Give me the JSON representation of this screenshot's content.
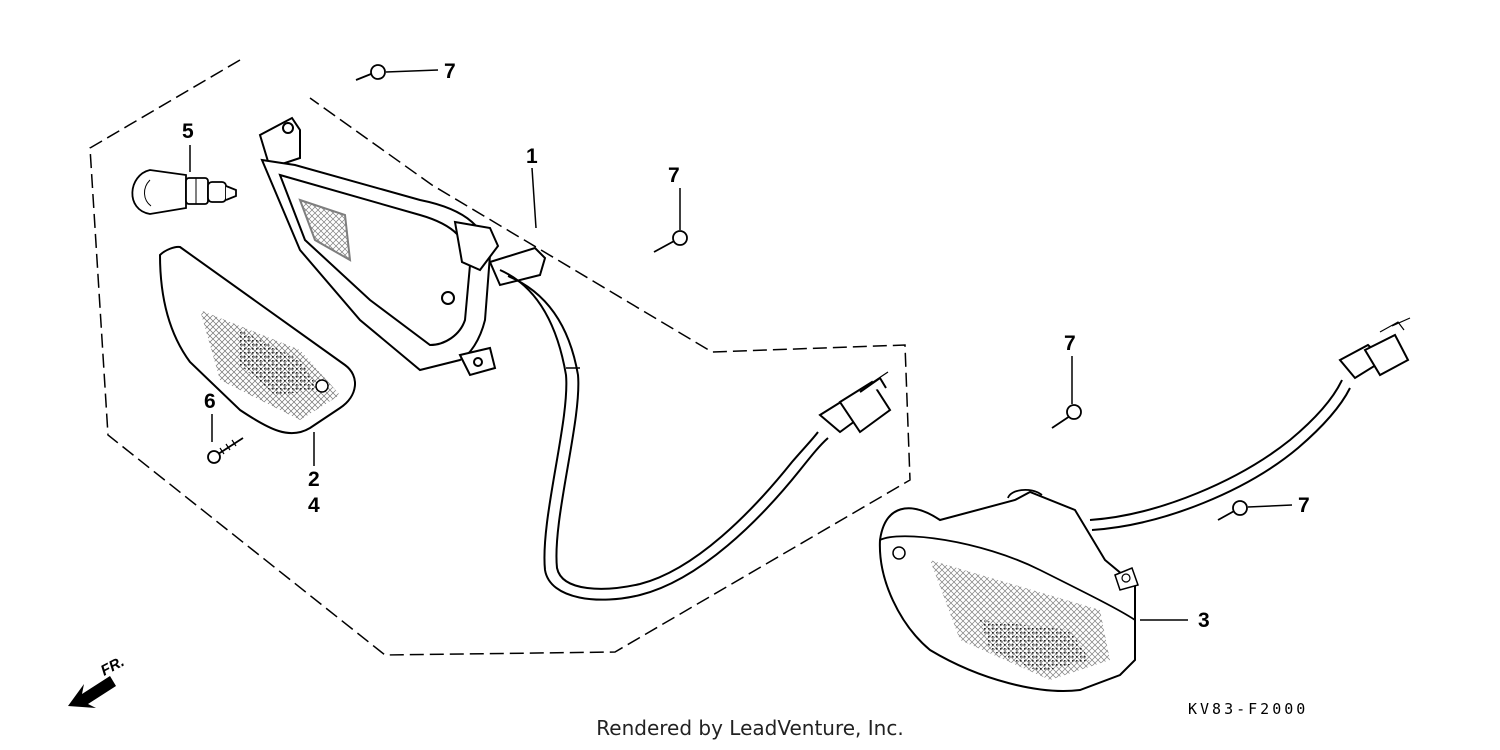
{
  "diagram": {
    "callouts": {
      "part1": "1",
      "part2": "2",
      "part3": "3",
      "part4": "4",
      "part5": "5",
      "part6": "6",
      "part7a": "7",
      "part7b": "7",
      "part7c": "7",
      "part7d": "7"
    },
    "direction_label": "FR.",
    "drawing_code": "KV83-F2000",
    "credit": "Rendered by LeadVenture, Inc."
  }
}
